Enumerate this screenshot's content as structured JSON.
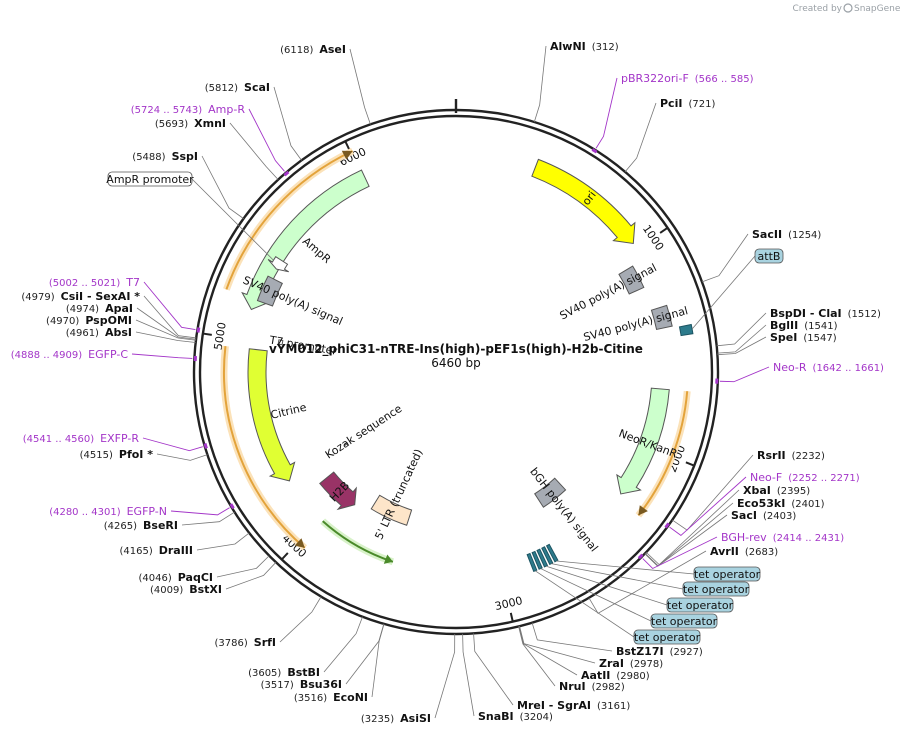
{
  "branding": {
    "credit_prefix": "Created by",
    "brand": "SnapGene"
  },
  "plasmid": {
    "name": "vYM012_phiC31-nTRE-Ins(high)-pEF1s(high)-H2b-Citine",
    "size_label": "6460 bp",
    "length": 6460
  },
  "ticks": [
    "1000",
    "2000",
    "3000",
    "4000",
    "5000",
    "6000"
  ],
  "sites": [
    {
      "name": "AseI",
      "pos": "(6118)",
      "site": 6118
    },
    {
      "name": "AlwNI",
      "pos": "(312)",
      "site": 312
    },
    {
      "name": "PciI",
      "pos": "(721)",
      "site": 721
    },
    {
      "name": "ScaI",
      "pos": "(5812)",
      "site": 5812
    },
    {
      "name": "XmnI",
      "pos": "(5693)",
      "site": 5693
    },
    {
      "name": "SspI",
      "pos": "(5488)",
      "site": 5488
    },
    {
      "name": "SacII",
      "pos": "(1254)",
      "site": 1254
    },
    {
      "name": "BspDI - ClaI",
      "pos": "(1512)",
      "site": 1512
    },
    {
      "name": "BglII",
      "pos": "(1541)",
      "site": 1541
    },
    {
      "name": "SpeI",
      "pos": "(1547)",
      "site": 1547
    },
    {
      "name": "CsiI - SexAI *",
      "pos": "(4979)",
      "site": 4979
    },
    {
      "name": "ApaI",
      "pos": "(4974)",
      "site": 4974
    },
    {
      "name": "PspOMI",
      "pos": "(4970)",
      "site": 4970
    },
    {
      "name": "AbsI",
      "pos": "(4961)",
      "site": 4961
    },
    {
      "name": "PfoI *",
      "pos": "(4515)",
      "site": 4515
    },
    {
      "name": "RsrII",
      "pos": "(2232)",
      "site": 2232
    },
    {
      "name": "XbaI",
      "pos": "(2395)",
      "site": 2395
    },
    {
      "name": "Eco53kI",
      "pos": "(2401)",
      "site": 2401
    },
    {
      "name": "SacI",
      "pos": "(2403)",
      "site": 2403
    },
    {
      "name": "AvrII",
      "pos": "(2683)",
      "site": 2683
    },
    {
      "name": "BseRI",
      "pos": "(4265)",
      "site": 4265
    },
    {
      "name": "DraIII",
      "pos": "(4165)",
      "site": 4165
    },
    {
      "name": "PaqCI",
      "pos": "(4046)",
      "site": 4046
    },
    {
      "name": "BstXI",
      "pos": "(4009)",
      "site": 4009
    },
    {
      "name": "SrfI",
      "pos": "(3786)",
      "site": 3786
    },
    {
      "name": "BstBI",
      "pos": "(3605)",
      "site": 3605
    },
    {
      "name": "Bsu36I",
      "pos": "(3517)",
      "site": 3517
    },
    {
      "name": "EcoNI",
      "pos": "(3516)",
      "site": 3516
    },
    {
      "name": "AsiSI",
      "pos": "(3235)",
      "site": 3235
    },
    {
      "name": "SnaBI",
      "pos": "(3204)",
      "site": 3204
    },
    {
      "name": "MreI - SgrAI",
      "pos": "(3161)",
      "site": 3161
    },
    {
      "name": "NruI",
      "pos": "(2982)",
      "site": 2982
    },
    {
      "name": "AatII",
      "pos": "(2980)",
      "site": 2980
    },
    {
      "name": "ZraI",
      "pos": "(2978)",
      "site": 2978
    },
    {
      "name": "BstZ17I",
      "pos": "(2927)",
      "site": 2927
    }
  ],
  "primers": [
    {
      "name": "pBR322ori-F",
      "range": "(566 .. 585)",
      "site": 575
    },
    {
      "name": "Amp-R",
      "range": "(5724 .. 5743)",
      "site": 5733
    },
    {
      "name": "T7",
      "range": "(5002 .. 5021)",
      "site": 5011
    },
    {
      "name": "EGFP-C",
      "range": "(4888 .. 4909)",
      "site": 4898
    },
    {
      "name": "Neo-R",
      "range": "(1642 .. 1661)",
      "site": 1651
    },
    {
      "name": "EXFP-R",
      "range": "(4541 .. 4560)",
      "site": 4550
    },
    {
      "name": "Neo-F",
      "range": "(2252 .. 2271)",
      "site": 2261
    },
    {
      "name": "BGH-rev",
      "range": "(2414 .. 2431)",
      "site": 2422
    },
    {
      "name": "EGFP-N",
      "range": "(4280 .. 4301)",
      "site": 4290
    }
  ],
  "boxes": [
    {
      "label": "AmpR promoter"
    },
    {
      "label": "attB"
    },
    {
      "label": "tet operator"
    },
    {
      "label": "tet operator"
    },
    {
      "label": "tet operator"
    },
    {
      "label": "tet operator"
    },
    {
      "label": "tet operator"
    }
  ],
  "features": [
    {
      "label": "ori",
      "start": 380,
      "end": 970,
      "direction": "cw",
      "color": "#ffff00"
    },
    {
      "label": "AmpR",
      "start": 5150,
      "end": 6010,
      "direction": "ccw",
      "color": "#ccffcc"
    },
    {
      "label": "NeoR/KanR",
      "start": 1700,
      "end": 2270,
      "direction": "cw",
      "color": "#ccffcc"
    },
    {
      "label": "Citrine",
      "start": 4250,
      "end": 4960,
      "direction": "ccw",
      "color": "#e0ff33"
    },
    {
      "label": "H2B",
      "start": 3900,
      "end": 4140,
      "direction": "ccw",
      "color": "#993366"
    },
    {
      "label": "SV40 poly(A) signal",
      "start": 1060,
      "end": 1180,
      "direction": "none",
      "color": "#a6abb3"
    },
    {
      "label": "SV40 poly(A) signal",
      "start": 1300,
      "end": 1400,
      "direction": "none",
      "color": "#a6abb3"
    },
    {
      "label": "SV40 poly(A) signal",
      "start": 5200,
      "end": 5330,
      "direction": "none",
      "color": "#a6abb3"
    },
    {
      "label": "bGH poly(A) signal",
      "start": 2460,
      "end": 2640,
      "direction": "none",
      "color": "#a6abb3"
    },
    {
      "label": "5' LTR (truncated)",
      "start": 3550,
      "end": 3800,
      "direction": "none",
      "color": "#fde5c9"
    },
    {
      "label": "T7 promoter",
      "start": 5005,
      "end": 5030,
      "direction": "none",
      "color": "#ffffff"
    },
    {
      "label": "Kozak sequence",
      "start": 4245,
      "end": 4255,
      "direction": "none",
      "color": "#ffffff"
    }
  ],
  "colors": {
    "backbone": "#222222",
    "primer": "#a335c8",
    "orf_arc": "#e3a33b",
    "orf_halo": "#fbe2b9",
    "green_arc": "#4a8a2a",
    "green_halo": "#d8f2c9",
    "attb": "#2d7b8c",
    "box_fill": "#a9d3e0",
    "tet_fill": "#2d7b8c"
  }
}
